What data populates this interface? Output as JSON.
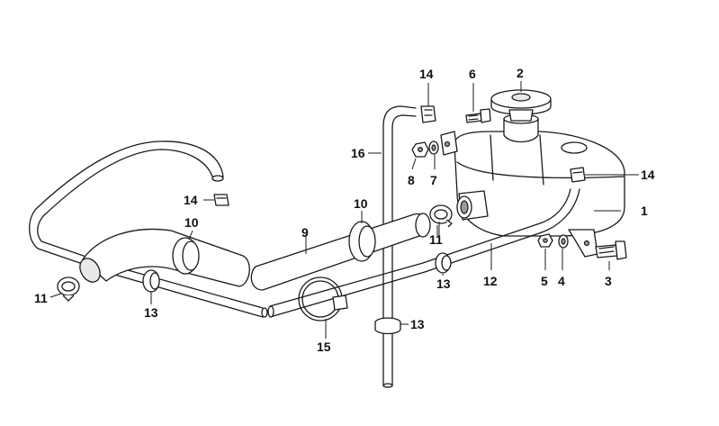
{
  "diagram": {
    "part_labels": {
      "tank": "1",
      "cap": "2",
      "bolt": "3",
      "washer": "4",
      "nut_small": "5",
      "screw": "6",
      "washer_small": "7",
      "nut": "8",
      "hose": "9",
      "clamp_left": "10",
      "clamp_right": "10",
      "band_left": "11",
      "band_mid": "11",
      "pipe": "12",
      "grommet_left": "13",
      "grommet_right": "13",
      "grommet_bottom": "13",
      "clip_top": "14",
      "clip_left": "14",
      "clip_tank": "14",
      "band_clamp": "15",
      "vent_pipe": "16"
    }
  }
}
